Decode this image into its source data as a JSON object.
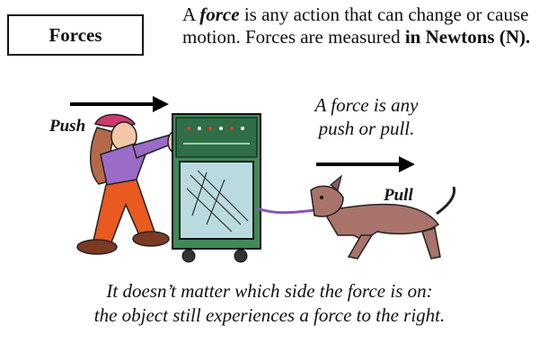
{
  "title_box": {
    "label": "Forces"
  },
  "definition": {
    "part1": "A ",
    "force_word": "force",
    "part2": " is any action that can change or cause motion.  Forces are measured ",
    "bold_tail": "in Newtons (N)."
  },
  "middle_note": {
    "line1": "A force is any",
    "line2": "push or pull."
  },
  "labels": {
    "push": "Push",
    "pull": "Pull"
  },
  "caption": {
    "line1": "It doesn’t matter which side the force is on:",
    "line2": "the object still experiences a force to the right."
  },
  "colors": {
    "arrow": "#000000",
    "machine_body": "#3f8a57",
    "screen": "#b9dbe0",
    "dog": "#a8736a",
    "leash": "#8a55c0",
    "shirt": "#9b6bc8",
    "pants": "#e85a1f",
    "hair": "#b46a4a"
  }
}
